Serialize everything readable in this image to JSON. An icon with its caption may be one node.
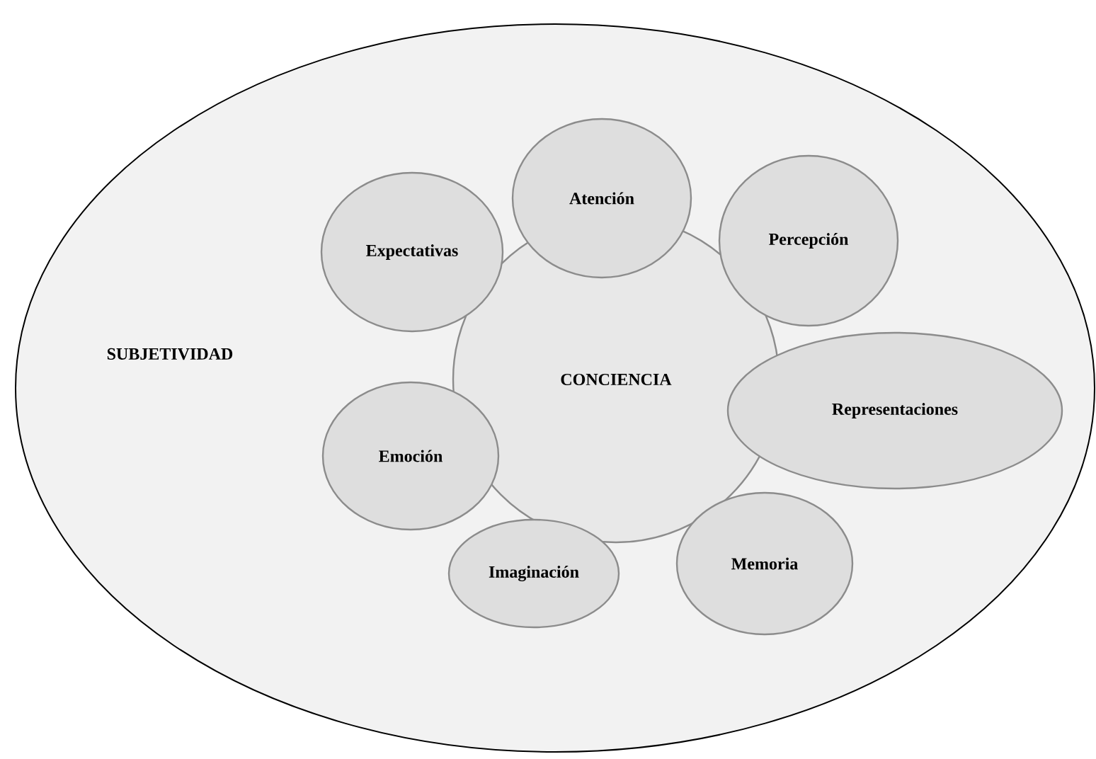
{
  "diagram": {
    "nodes": [
      {
        "text": [
          "SUBJETIVIDAD"
        ]
      },
      {
        "text": [
          "Atención"
        ],
        "in": 0
      },
      {
        "text": [
          "Expectativas"
        ],
        "in": 0
      },
      {
        "text": [
          "Percepción"
        ],
        "in": 0
      },
      {
        "text": [
          "CONCIENCIA"
        ],
        "in": 0
      },
      {
        "text": [
          "Representaciones"
        ],
        "in": 0
      },
      {
        "text": [
          "Emoción"
        ],
        "in": 0
      },
      {
        "text": [
          "Imaginación"
        ],
        "in": 0
      },
      {
        "text": [
          "Memoria"
        ],
        "in": 0
      }
    ]
  }
}
